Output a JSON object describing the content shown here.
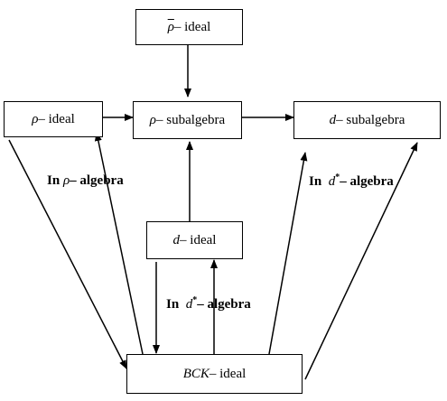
{
  "nodes": {
    "rho_bar_ideal": {
      "symbol": "ρ",
      "text": "– ideal"
    },
    "rho_ideal": {
      "symbol": "ρ",
      "text": "– ideal"
    },
    "rho_subalgebra": {
      "symbol": "ρ",
      "text": "– subalgebra"
    },
    "d_subalgebra": {
      "symbol": "d",
      "text": "– subalgebra"
    },
    "d_ideal": {
      "symbol": "d",
      "text": "– ideal"
    },
    "bck_ideal": {
      "symbol": "BCK",
      "text": "– ideal"
    }
  },
  "edge_labels": {
    "in_rho_algebra": {
      "prefix": "In",
      "symbol": "ρ",
      "suffix": "– algebra"
    },
    "in_dstar_algebra_right": {
      "prefix": "In",
      "symbol": "d",
      "sup": "*",
      "suffix": "– algebra"
    },
    "in_dstar_algebra_center": {
      "prefix": "In",
      "symbol": "d",
      "sup": "*",
      "suffix": "– algebra"
    }
  },
  "edges": [
    {
      "from": "rho_bar_ideal",
      "to": "rho_subalgebra"
    },
    {
      "from": "rho_ideal",
      "to": "rho_subalgebra"
    },
    {
      "from": "rho_subalgebra",
      "to": "d_subalgebra"
    },
    {
      "from": "d_ideal",
      "to": "rho_subalgebra"
    },
    {
      "from": "rho_ideal",
      "to": "bck_ideal"
    },
    {
      "from": "bck_ideal",
      "to": "rho_ideal",
      "label": "in_rho_algebra"
    },
    {
      "from": "d_ideal",
      "to": "bck_ideal"
    },
    {
      "from": "bck_ideal",
      "to": "d_ideal",
      "label": "in_dstar_algebra_center"
    },
    {
      "from": "bck_ideal",
      "to": "d_subalgebra",
      "label": "in_dstar_algebra_right"
    },
    {
      "from": "bck_ideal",
      "to": "d_subalgebra"
    }
  ]
}
